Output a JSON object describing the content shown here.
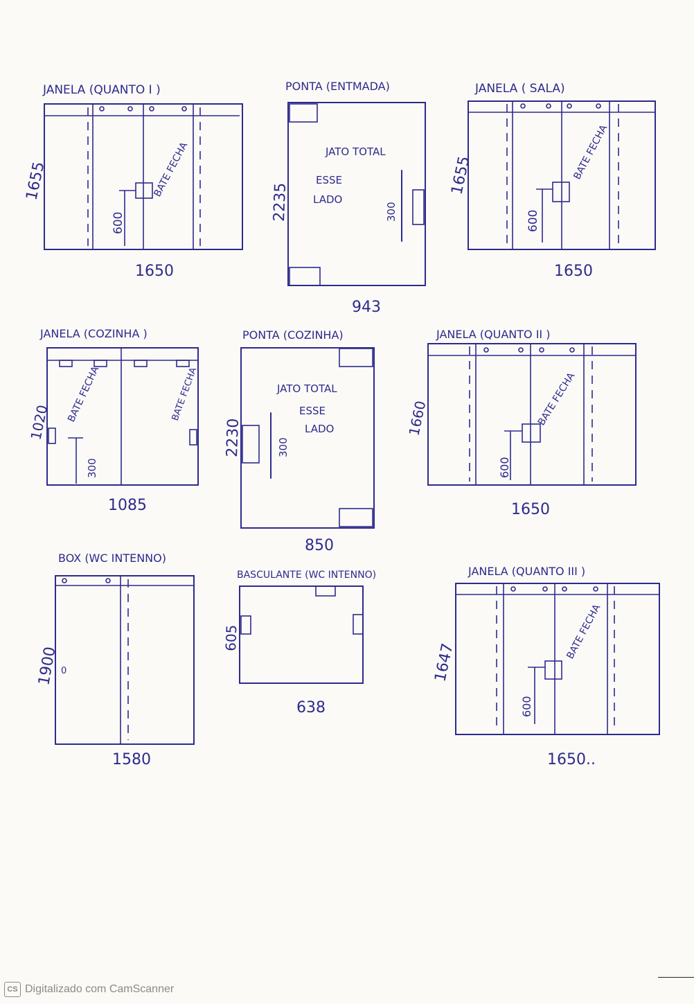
{
  "diagrams": [
    {
      "id": "janela-quarto-1",
      "title": "JANELA (QUANTO I )",
      "width_label": "1650",
      "height_label": "1655",
      "note": "BATE FECHA",
      "handle_label": "600"
    },
    {
      "id": "porta-entrada",
      "title": "PONTA (ENTMADA)",
      "width_label": "943",
      "height_label": "2235",
      "note_line1": "JATO TOTAL",
      "note_line2": "ESSE",
      "note_line3": "LADO",
      "handle_label": "300"
    },
    {
      "id": "janela-sala",
      "title": "JANELA ( SALA)",
      "width_label": "1650",
      "height_label": "1655",
      "note": "BATE FECHA",
      "handle_label": "600"
    },
    {
      "id": "janela-cozinha",
      "title": "JANELA (COZINHA )",
      "width_label": "1085",
      "height_label": "1020",
      "note_left": "BATE FECHA",
      "note_right": "BATE FECHA",
      "handle_label": "300"
    },
    {
      "id": "porta-cozinha",
      "title": "PONTA (COZINHA)",
      "width_label": "850",
      "height_label": "2230",
      "note_line1": "JATO TOTAL",
      "note_line2": "ESSE",
      "note_line3": "LADO",
      "handle_label": "300"
    },
    {
      "id": "janela-quarto-2",
      "title": "JANELA (QUANTO II )",
      "width_label": "1650",
      "height_label": "1660",
      "note": "BATE FECHA",
      "handle_label": "600"
    },
    {
      "id": "box-wc",
      "title": "BOX (WC INTENNO)",
      "width_label": "1580",
      "height_label": "1900",
      "mark": "0"
    },
    {
      "id": "basculante-wc",
      "title": "BASCULANTE (WC INTENNO)",
      "width_label": "638",
      "height_label": "605"
    },
    {
      "id": "janela-quarto-3",
      "title": "JANELA (QUANTO III )",
      "width_label": "1650..",
      "height_label": "1647",
      "note": "BATE FECHA",
      "handle_label": "600"
    }
  ],
  "footer": {
    "text": "Digitalizado com CamScanner",
    "logo": "CS"
  },
  "colors": {
    "ink": "#2e2a8c",
    "paper": "#fbfaf7",
    "footer": "#8a8a8a"
  }
}
